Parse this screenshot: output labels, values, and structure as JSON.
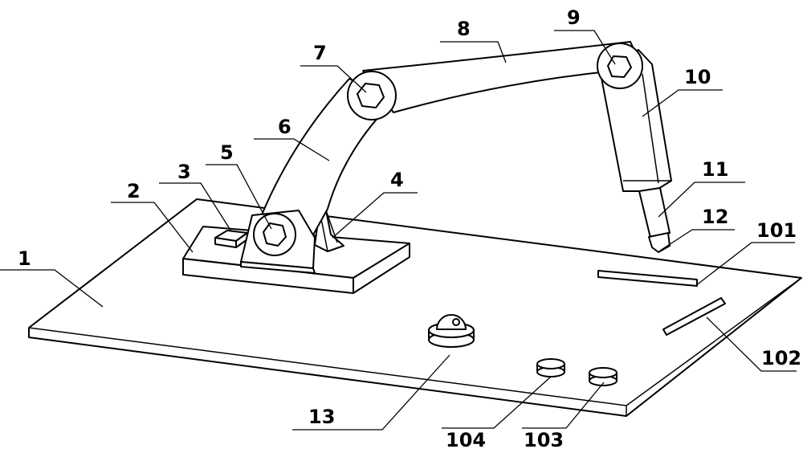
{
  "labels": {
    "l1": "1",
    "l2": "2",
    "l3": "3",
    "l4": "4",
    "l5": "5",
    "l6": "6",
    "l7": "7",
    "l8": "8",
    "l9": "9",
    "l10": "10",
    "l11": "11",
    "l12": "12",
    "l13": "13",
    "l101": "101",
    "l102": "102",
    "l103": "103",
    "l104": "104"
  },
  "colors": {
    "stroke": "#000000",
    "fill": "#ffffff"
  }
}
